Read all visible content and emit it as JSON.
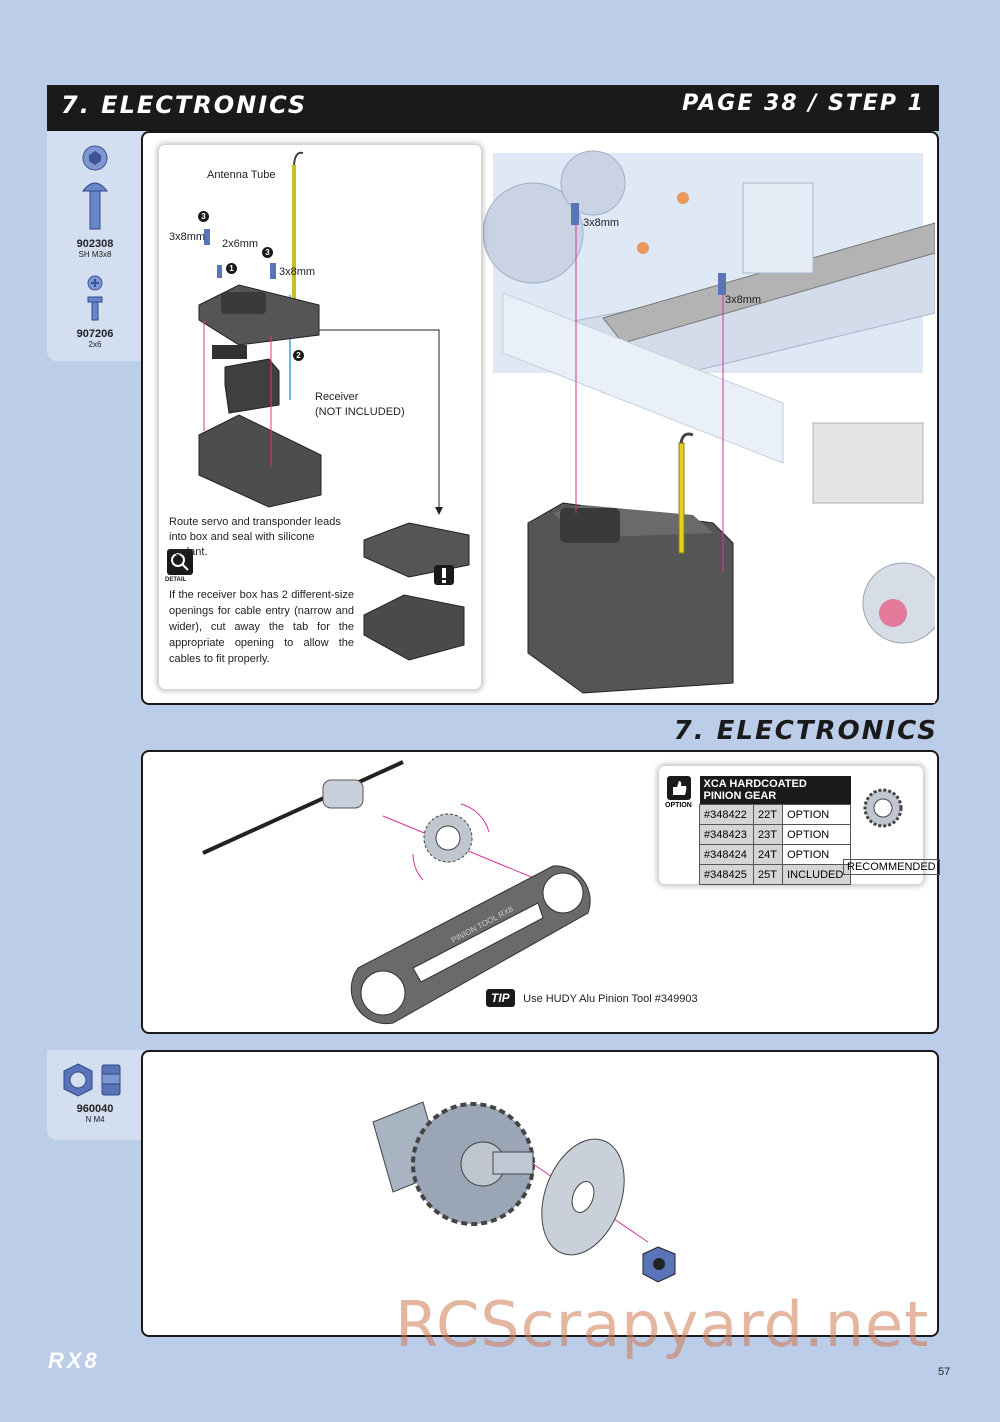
{
  "header": {
    "section_title": "7. ELECTRONICS",
    "page_step": "PAGE 38 / STEP 1"
  },
  "parts_top": [
    {
      "code": "902308",
      "size": "SH M3x8",
      "icon": "button-head-screw-icon"
    },
    {
      "code": "907206",
      "size": "2x6",
      "icon": "small-screw-icon"
    }
  ],
  "parts_bottom": [
    {
      "code": "960040",
      "size": "N M4",
      "icon": "lock-nut-icon"
    }
  ],
  "step1": {
    "antenna_tube": "Antenna Tube",
    "screw_3x8_a": "3x8mm",
    "screw_2x6": "2x6mm",
    "screw_3x8_b": "3x8mm",
    "receiver": "Receiver",
    "not_included": "(NOT INCLUDED)",
    "route_note": "Route servo and transponder leads into box and seal with silicone sealant.",
    "detail_badge": "DETAIL",
    "detail_note": "If the receiver box has 2 different-size openings for cable entry (narrow and wider), cut away the tab for the appropriate opening to allow the cables to fit properly.",
    "n1": "1",
    "n2": "2",
    "n3a": "3",
    "n3b": "3",
    "main_screw_a": "3x8mm",
    "main_screw_b": "3x8mm"
  },
  "section2_title": "7. ELECTRONICS",
  "pinion_table": {
    "option_label": "OPTION",
    "header": "XCA HARDCOATED PINION GEAR",
    "rows": [
      {
        "part": "#348422",
        "teeth": "22T",
        "status": "OPTION",
        "note": ""
      },
      {
        "part": "#348423",
        "teeth": "23T",
        "status": "OPTION",
        "note": ""
      },
      {
        "part": "#348424",
        "teeth": "24T",
        "status": "OPTION",
        "note": ""
      },
      {
        "part": "#348425",
        "teeth": "25T",
        "status": "INCLUDED",
        "note": "RECOMMENDED"
      }
    ]
  },
  "tip": {
    "badge": "TIP",
    "text": "Use HUDY Alu Pinion Tool #349903"
  },
  "tool_text": "PINION TOOL RX8",
  "footer": {
    "logo": "RX8",
    "page_number": "57"
  },
  "watermark": "RCScrapyard.net",
  "colors": {
    "header_bg": "#1a1a1a",
    "page_bg": "#bccde9",
    "arrow": "#d6339b",
    "part_blue": "#5a74b8"
  }
}
